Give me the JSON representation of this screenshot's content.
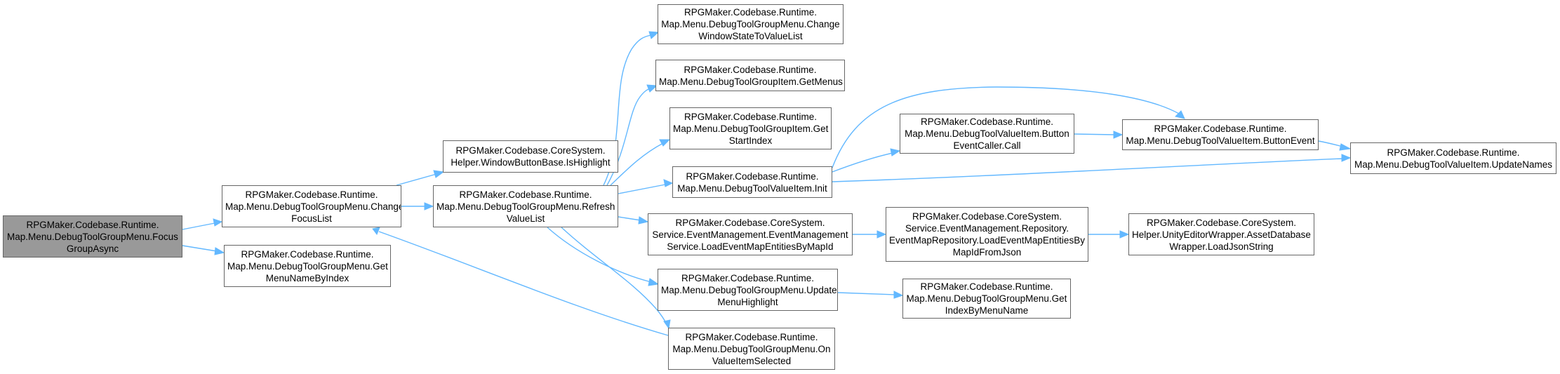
{
  "nodes": {
    "focus": {
      "lines": [
        "RPGMaker.Codebase.Runtime.",
        "Map.Menu.DebugToolGroupMenu.Focus",
        "GroupAsync"
      ]
    },
    "changeFocus": {
      "lines": [
        "RPGMaker.Codebase.Runtime.",
        "Map.Menu.DebugToolGroupMenu.Change",
        "FocusList"
      ]
    },
    "getMenuName": {
      "lines": [
        "RPGMaker.Codebase.Runtime.",
        "Map.Menu.DebugToolGroupMenu.Get",
        "MenuNameByIndex"
      ]
    },
    "isHighlight": {
      "lines": [
        "RPGMaker.Codebase.CoreSystem.",
        "Helper.WindowButtonBase.IsHighlight"
      ]
    },
    "refresh": {
      "lines": [
        "RPGMaker.Codebase.Runtime.",
        "Map.Menu.DebugToolGroupMenu.Refresh",
        "ValueList"
      ]
    },
    "changeWindow": {
      "lines": [
        "RPGMaker.Codebase.Runtime.",
        "Map.Menu.DebugToolGroupMenu.Change",
        "WindowStateToValueList"
      ]
    },
    "getMenus": {
      "lines": [
        "RPGMaker.Codebase.Runtime.",
        "Map.Menu.DebugToolGroupItem.GetMenus"
      ]
    },
    "getStartIndex": {
      "lines": [
        "RPGMaker.Codebase.Runtime.",
        "Map.Menu.DebugToolGroupItem.Get",
        "StartIndex"
      ]
    },
    "valueInit": {
      "lines": [
        "RPGMaker.Codebase.Runtime.",
        "Map.Menu.DebugToolValueItem.Init"
      ]
    },
    "loadEventService": {
      "lines": [
        "RPGMaker.Codebase.CoreSystem.",
        "Service.EventManagement.EventManagement",
        "Service.LoadEventMapEntitiesByMapId"
      ]
    },
    "updateHighlight": {
      "lines": [
        "RPGMaker.Codebase.Runtime.",
        "Map.Menu.DebugToolGroupMenu.Update",
        "MenuHighlight"
      ]
    },
    "onSelected": {
      "lines": [
        "RPGMaker.Codebase.Runtime.",
        "Map.Menu.DebugToolGroupMenu.On",
        "ValueItemSelected"
      ]
    },
    "buttonCaller": {
      "lines": [
        "RPGMaker.Codebase.Runtime.",
        "Map.Menu.DebugToolValueItem.Button",
        "EventCaller.Call"
      ]
    },
    "loadEventRepo": {
      "lines": [
        "RPGMaker.Codebase.CoreSystem.",
        "Service.EventManagement.Repository.",
        "EventMapRepository.LoadEventMapEntitiesBy",
        "MapIdFromJson"
      ]
    },
    "getIndexByName": {
      "lines": [
        "RPGMaker.Codebase.Runtime.",
        "Map.Menu.DebugToolGroupMenu.Get",
        "IndexByMenuName"
      ]
    },
    "buttonEvent": {
      "lines": [
        "RPGMaker.Codebase.Runtime.",
        "Map.Menu.DebugToolValueItem.ButtonEvent"
      ]
    },
    "loadJson": {
      "lines": [
        "RPGMaker.Codebase.CoreSystem.",
        "Helper.UnityEditorWrapper.AssetDatabase",
        "Wrapper.LoadJsonString"
      ]
    },
    "updateNames": {
      "lines": [
        "RPGMaker.Codebase.Runtime.",
        "Map.Menu.DebugToolValueItem.UpdateNames"
      ]
    }
  },
  "colors": {
    "edge": "#63b8ff",
    "node_border": "#666666",
    "root_fill": "#999999",
    "node_fill": "#ffffff"
  }
}
